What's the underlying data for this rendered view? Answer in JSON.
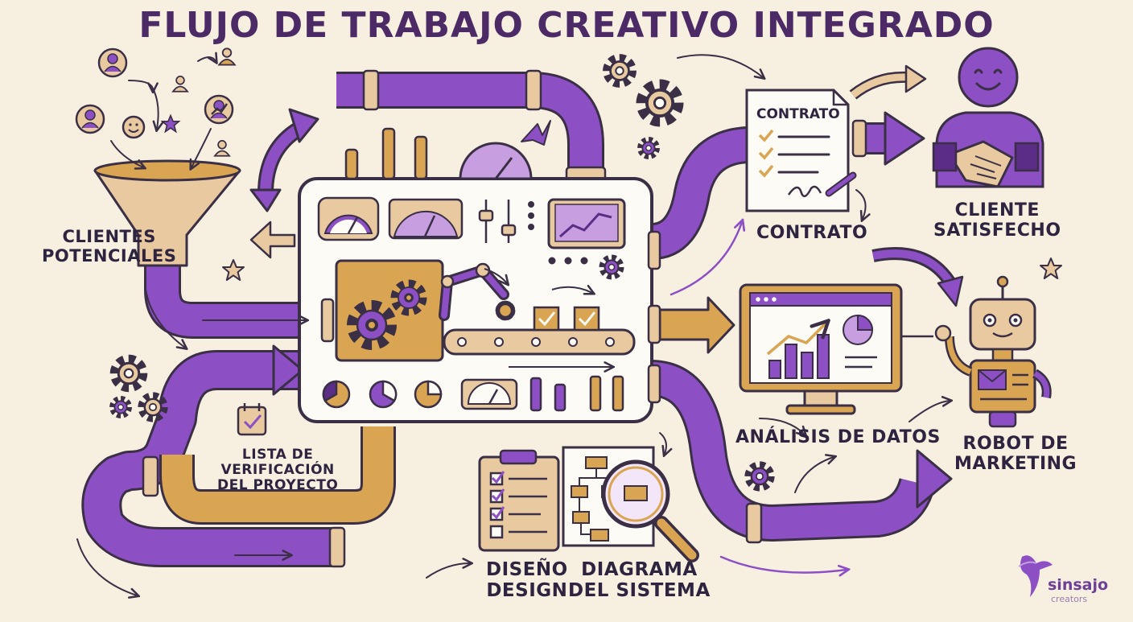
{
  "title": "FLUJO DE TRABAJO CREATIVO INTEGRADO",
  "labels": {
    "clientes_potenciales": [
      "CLIENTES",
      "POTENCIALES"
    ],
    "lista_verificacion": [
      "LISTA DE",
      "VERIFICACIÓN",
      "DEL PROYECTO"
    ],
    "diseno": [
      "DISEÑO",
      "DESIGN"
    ],
    "diagrama": [
      "DIAGRAMA",
      "DEL SISTEMA"
    ],
    "contrato_doc": "CONTRATO",
    "contrato": "CONTRATO",
    "cliente_satisfecho": [
      "CLIENTE",
      "SATISFECHO"
    ],
    "analisis_datos": "ANÁLISIS DE DATOS",
    "robot_marketing": [
      "ROBOT DE",
      "MARKETING"
    ]
  },
  "brand": {
    "name": "sinsajo",
    "sub": "creators"
  },
  "colors": {
    "purple": "#8c4fc4",
    "purple_dark": "#5b2d86",
    "tan": "#d9a552",
    "tan_light": "#e8c9a0",
    "ink": "#3a2f45",
    "bg": "#f7f0e1",
    "panel": "#fdfbf6"
  },
  "icons": [
    "funnel-icon",
    "user-icon",
    "star-icon",
    "gear-icon",
    "gauge-icon",
    "chart-icon",
    "robot-arm-icon",
    "box-icon",
    "clipboard-icon",
    "magnifier-icon",
    "document-icon",
    "pen-icon",
    "handshake-icon",
    "smiley-icon",
    "monitor-icon",
    "robot-icon",
    "hummingbird-icon"
  ]
}
